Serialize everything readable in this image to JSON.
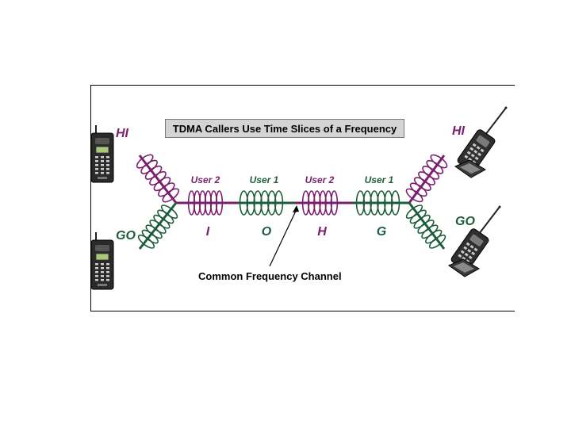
{
  "title": "TDMA Callers Use Time Slices of a Frequency",
  "caption": "Common Frequency Channel",
  "callers": {
    "left_top": "HI",
    "left_bottom": "GO",
    "right_top": "HI",
    "right_bottom": "GO"
  },
  "slots": [
    {
      "user": "User 2",
      "letter": "I",
      "color": "#7b1e6e"
    },
    {
      "user": "User 1",
      "letter": "O",
      "color": "#1d5e3a"
    },
    {
      "user": "User 2",
      "letter": "H",
      "color": "#7b1e6e"
    },
    {
      "user": "User 1",
      "letter": "G",
      "color": "#1d5e3a"
    }
  ],
  "colors": {
    "user1": "#1d5e3a",
    "user2": "#7b1e6e",
    "title_bg": "#d4d4d4"
  }
}
